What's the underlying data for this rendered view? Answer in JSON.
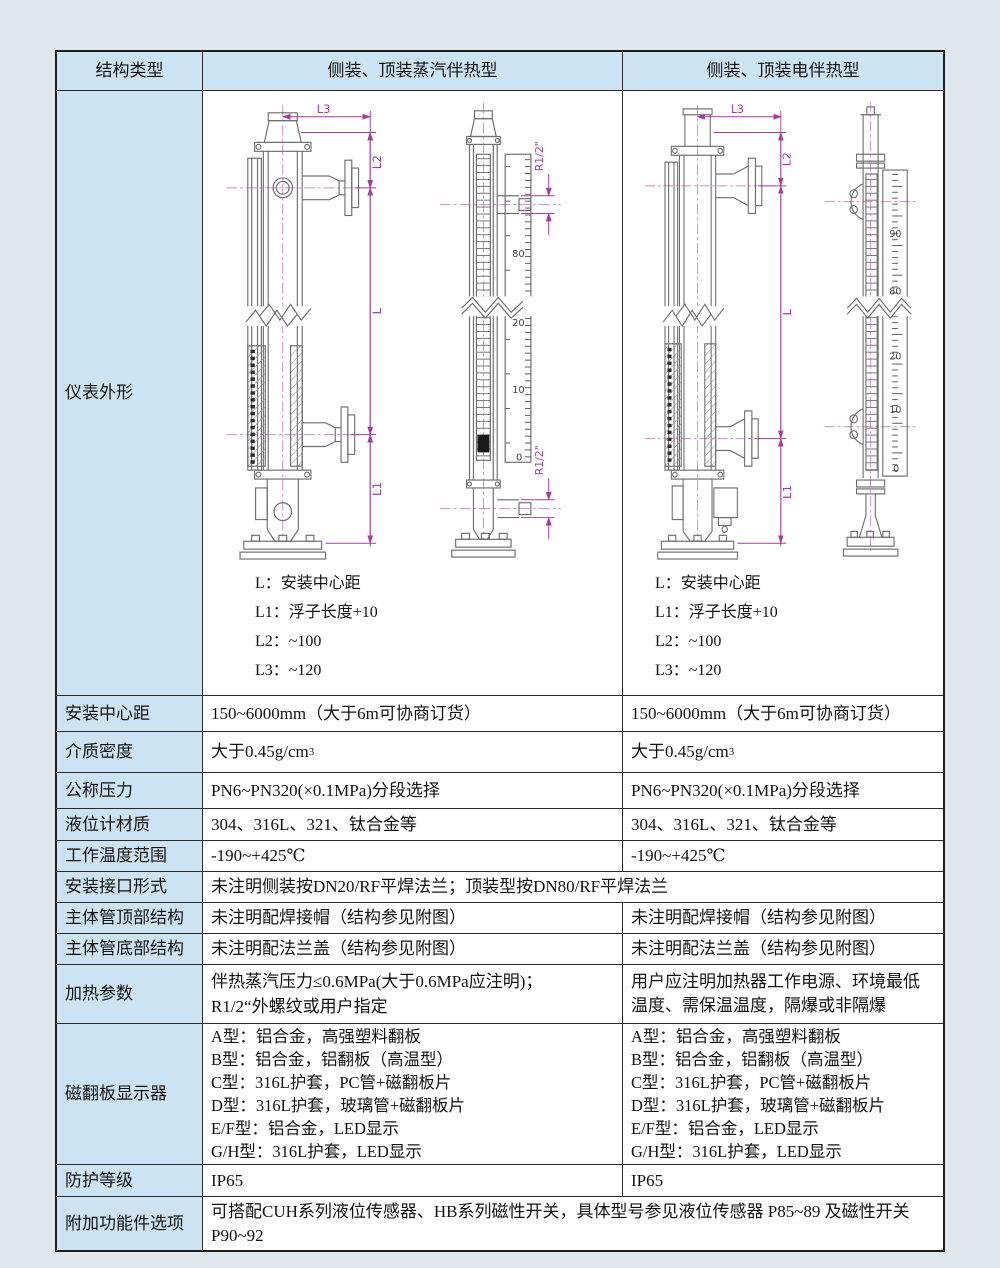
{
  "table": {
    "header": {
      "col1": "结构类型",
      "col2": "侧装、顶装蒸汽伴热型",
      "col3": "侧装、顶装电伴热型"
    },
    "appearance_label": "仪表外形",
    "dim_notes": [
      "L：安装中心距",
      "L1：浮子长度+10",
      "L2：~100",
      "L3：~120"
    ],
    "rows": [
      {
        "label": "安装中心距",
        "left": "150~6000mm（大于6m可协商订货）",
        "right": "150~6000mm（大于6m可协商订货）"
      },
      {
        "label": "介质密度",
        "base": "大于0.45g/cm",
        "sup": "3"
      },
      {
        "label": "公称压力",
        "left": "PN6~PN320(×0.1MPa)分段选择",
        "right": "PN6~PN320(×0.1MPa)分段选择"
      },
      {
        "label": "液位计材质",
        "left": "304、316L、321、钛合金等",
        "right": "304、316L、321、钛合金等"
      },
      {
        "label": "工作温度范围",
        "left": "-190~+425℃",
        "right": "-190~+425℃"
      },
      {
        "label": "安装接口形式",
        "span": "未注明侧装按DN20/RF平焊法兰；顶装型按DN80/RF平焊法兰"
      },
      {
        "label": "主体管顶部结构",
        "left": "未注明配焊接帽（结构参见附图）",
        "right": "未注明配焊接帽（结构参见附图）"
      },
      {
        "label": "主体管底部结构",
        "left": "未注明配法兰盖（结构参见附图）",
        "right": "未注明配法兰盖（结构参见附图）"
      },
      {
        "label": "加热参数",
        "left_line1": "伴热蒸汽压力≤0.6MPa(大于0.6MPa应注明)；",
        "left_line2": "R1/2“外螺纹或用户指定",
        "right": "用户应注明加热器工作电源、环境最低温度、需保温温度，隔爆或非隔爆"
      },
      {
        "label": "磁翻板显示器",
        "lines": [
          "A型：铝合金，高强塑料翻板",
          "B型：铝合金，铝翻板（高温型）",
          "C型：316L护套，PC管+磁翻板片",
          "D型：316L护套，玻璃管+磁翻板片",
          "E/F型：铝合金，LED显示",
          "G/H型：316L护套，LED显示"
        ]
      },
      {
        "label": "防护等级",
        "left": "IP65",
        "right": "IP65"
      },
      {
        "label": "附加功能件选项",
        "span": "可搭配CUH系列液位传感器、HB系列磁性开关，具体型号参见液位传感器 P85~89 及磁性开关P90~92"
      }
    ]
  },
  "drawing": {
    "labels": {
      "L": "L",
      "L1": "L1",
      "L2": "L2",
      "L3": "L3",
      "R12": "R1/2\""
    },
    "scale_steam": [
      "80",
      "20",
      "10",
      "0"
    ],
    "scale_electric": [
      "90",
      "80",
      "20",
      "10",
      "0"
    ],
    "colors": {
      "dim": "#a63d9f",
      "line": "#6f6f6f",
      "label_bg": "#cbe3f2"
    }
  }
}
